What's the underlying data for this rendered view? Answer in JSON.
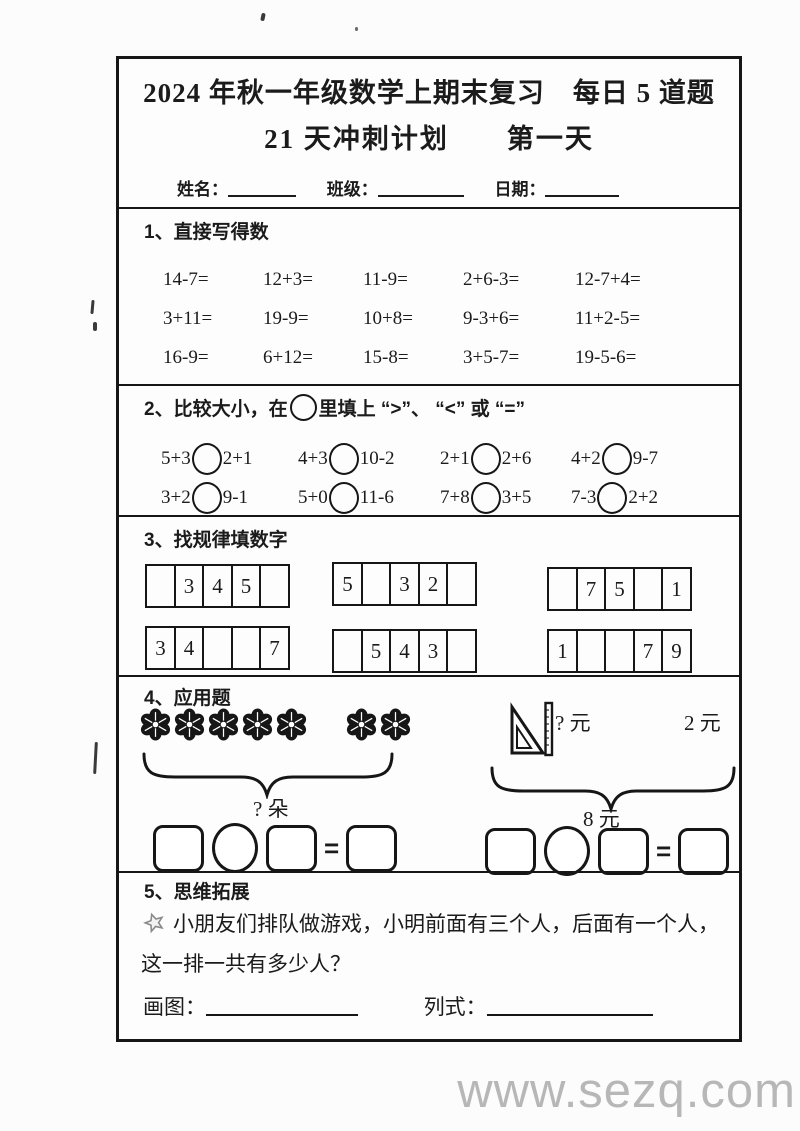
{
  "header": {
    "title_line1": "2024 年秋一年级数学上期末复习　每日 5 道题",
    "title_line2": "21 天冲刺计划　　第一天",
    "name_label": "姓名：",
    "class_label": "班级：",
    "date_label": "日期："
  },
  "section1": {
    "heading": "1、直接写得数",
    "rows": [
      [
        "14-7=",
        "12+3=",
        "11-9=",
        "2+6-3=",
        "12-7+4="
      ],
      [
        "3+11=",
        "19-9=",
        "10+8=",
        "9-3+6=",
        "11+2-5="
      ],
      [
        "16-9=",
        "6+12=",
        "15-8=",
        "3+5-7=",
        "19-5-6="
      ]
    ]
  },
  "section2": {
    "heading_prefix": "2、比较大小，在",
    "heading_suffix": "里填上 “>”、 “<” 或 “=”",
    "rows": [
      [
        {
          "l": "5+3",
          "r": "2+1"
        },
        {
          "l": "4+3",
          "r": "10-2"
        },
        {
          "l": "2+1",
          "r": "2+6"
        },
        {
          "l": "4+2",
          "r": "9-7"
        }
      ],
      [
        {
          "l": "3+2",
          "r": "9-1"
        },
        {
          "l": "5+0",
          "r": "11-6"
        },
        {
          "l": "7+8",
          "r": "3+5"
        },
        {
          "l": "7-3",
          "r": "2+2"
        }
      ]
    ]
  },
  "section3": {
    "heading": "3、找规律填数字",
    "strips": [
      [
        "",
        "3",
        "4",
        "5",
        ""
      ],
      [
        "5",
        "",
        "3",
        "2",
        ""
      ],
      [
        "",
        "7",
        "5",
        "",
        "1"
      ],
      [
        "3",
        "4",
        "",
        "",
        "7"
      ],
      [
        "",
        "5",
        "4",
        "3",
        ""
      ],
      [
        "1",
        "",
        "",
        "7",
        "9"
      ]
    ]
  },
  "section4": {
    "heading": "4、应用题",
    "flowers": {
      "group1_count": 5,
      "group2_count": 2,
      "question": "? 朵"
    },
    "money": {
      "item1_price": "? 元",
      "item2_price": "2 元",
      "total": "8 元"
    }
  },
  "section5": {
    "heading": "5、思维拓展",
    "question": "小朋友们排队做游戏，小明前面有三个人，后面有一个人，这一排一共有多少人？",
    "draw_label": "画图：",
    "formula_label": "列式："
  },
  "watermark": "www.sezq.com",
  "icons": {
    "flower": "six-petal-flower",
    "set_square": "set-square-ruler",
    "star_bullet": "shadowed-star"
  },
  "colors": {
    "ink": "#161616",
    "watermark": "#b7b7b7"
  }
}
